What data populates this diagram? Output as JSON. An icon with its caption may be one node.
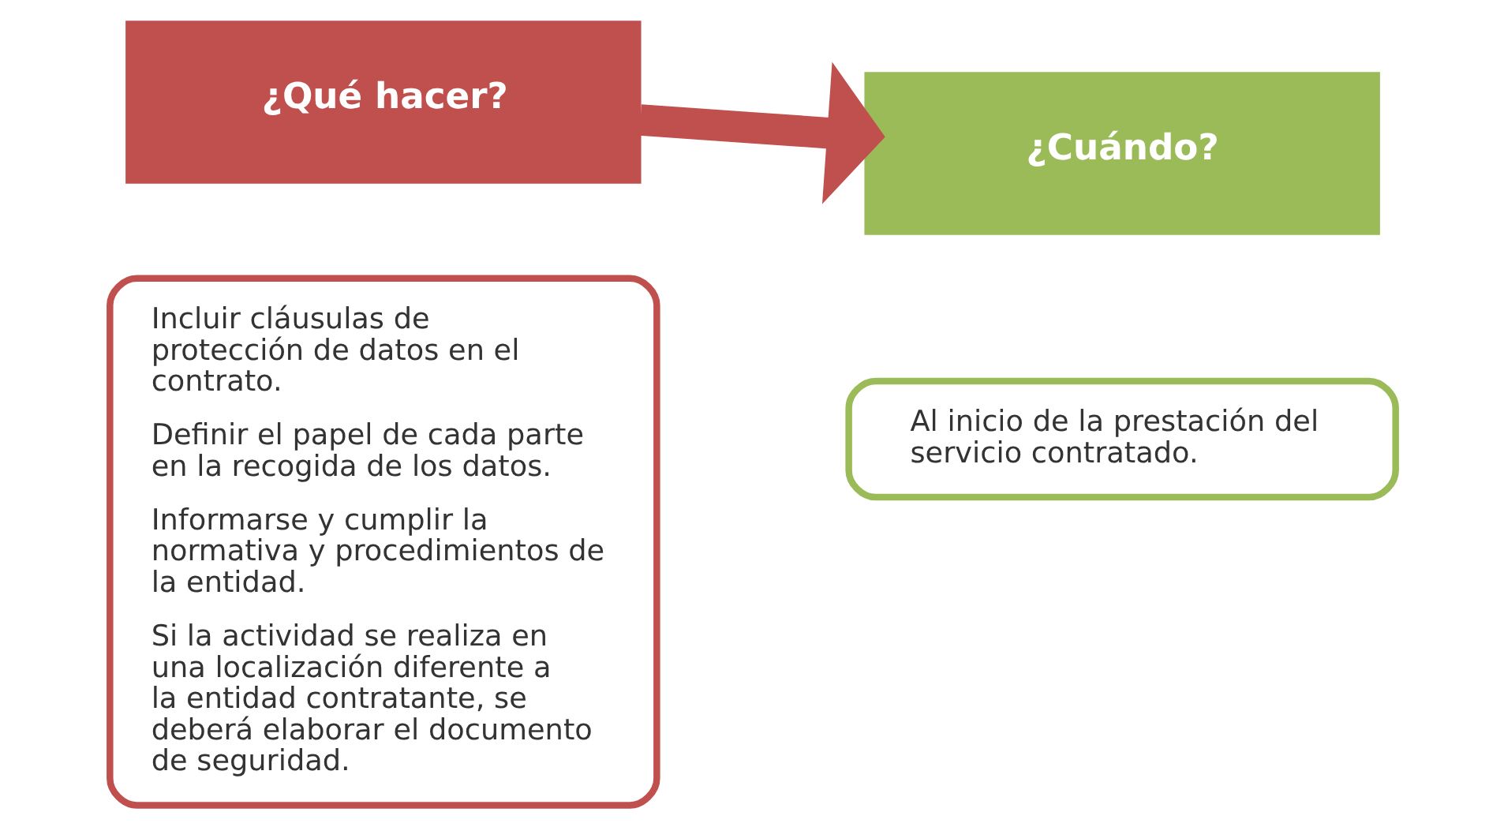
{
  "diagram": {
    "nodes": [
      {
        "text": [
          "¿Qué hacer?"
        ]
      },
      {
        "text": [
          "Incluir cláusulas de protección de datos en el contrato.",
          "Definir el papel de cada parte en la recogida de los datos.",
          "Informarse y cumplir la normativa y procedimientos de la entidad.",
          "Si la actividad se realiza en una localización diferente a la entidad contratante, se deberá elaborar el documento de seguridad."
        ]
      },
      {
        "text": [
          "¿Cuándo?"
        ]
      },
      {
        "text": [
          "Al inicio de la prestación del servicio contratado."
        ]
      }
    ],
    "edges": [
      {
        "from": 0,
        "to": 2,
        "arrow": "to"
      }
    ]
  }
}
